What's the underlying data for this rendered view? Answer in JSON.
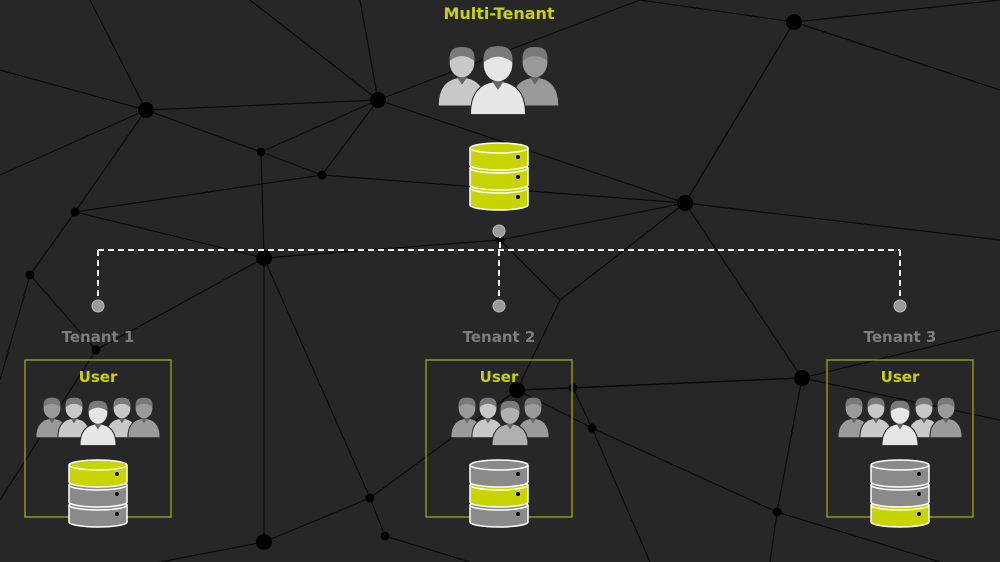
{
  "title": "Multi-Tenant",
  "colors": {
    "accent": "#c8d400",
    "background": "#272727",
    "disk_gray": "#8a8a8a"
  },
  "multi_tenant": {
    "people_count": 3,
    "database_highlight": [
      0,
      1,
      2
    ]
  },
  "tenants": [
    {
      "label": "Tenant 1",
      "box_label": "User",
      "people_count": 5,
      "database_highlight": [
        0
      ]
    },
    {
      "label": "Tenant 2",
      "box_label": "User",
      "people_count": 4,
      "database_highlight": [
        1
      ]
    },
    {
      "label": "Tenant 3",
      "box_label": "User",
      "people_count": 5,
      "database_highlight": [
        2
      ]
    }
  ]
}
